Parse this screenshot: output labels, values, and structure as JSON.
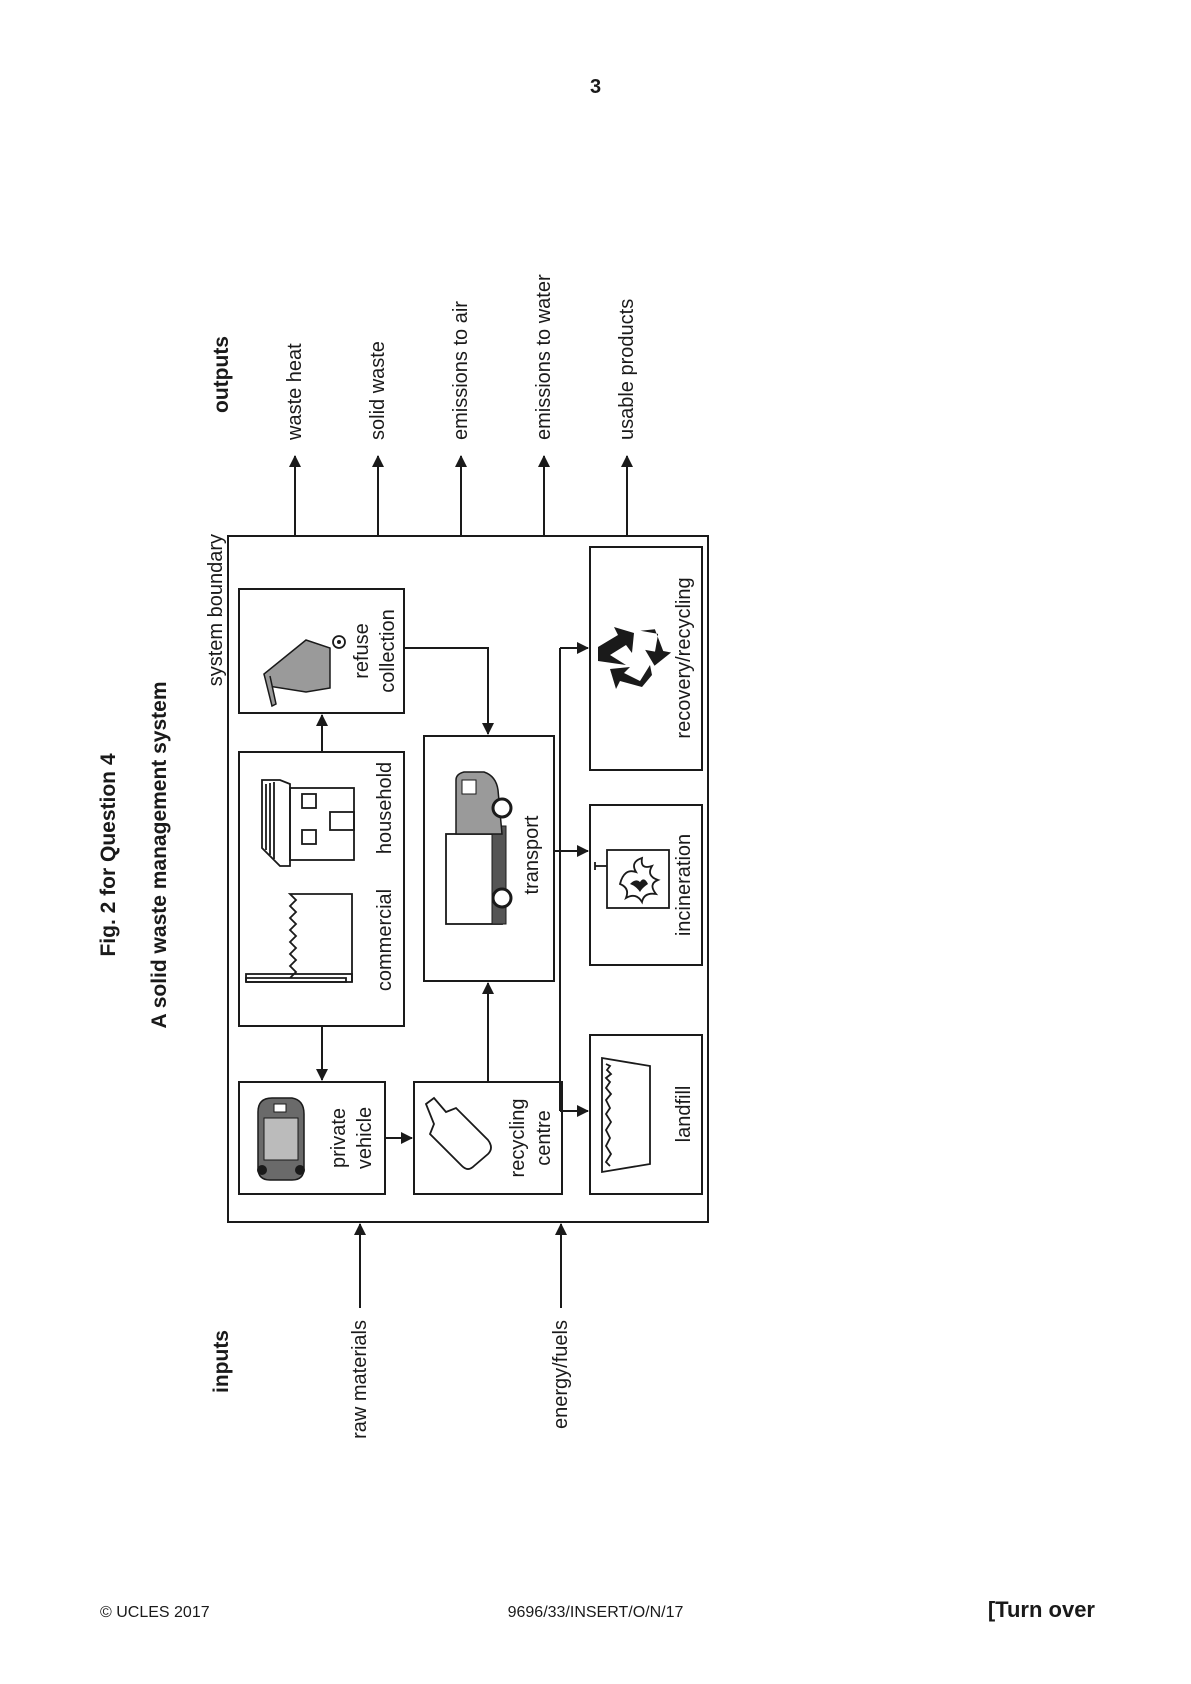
{
  "page": {
    "number": "3"
  },
  "figure": {
    "caption": "Fig. 2 for Question 4",
    "title": "A solid waste management system",
    "inputs_heading": "inputs",
    "outputs_heading": "outputs",
    "system_boundary_label": "system boundary",
    "inputs": [
      {
        "label": "raw materials"
      },
      {
        "label": "energy/fuels"
      }
    ],
    "outputs": [
      {
        "label": "waste heat"
      },
      {
        "label": "solid waste"
      },
      {
        "label": "emissions to air"
      },
      {
        "label": "emissions to water"
      },
      {
        "label": "usable products"
      }
    ],
    "boxes": {
      "commercial": "commercial",
      "household": "household",
      "refuse_line1": "refuse",
      "refuse_line2": "collection",
      "private_line1": "private",
      "private_line2": "vehicle",
      "recycling_line1": "recycling",
      "recycling_line2": "centre",
      "transport": "transport",
      "landfill": "landfill",
      "incineration": "incineration",
      "recovery": "recovery/recycling"
    }
  },
  "footer": {
    "copyright": "© UCLES 2017",
    "code": "9696/33/INSERT/O/N/17",
    "turn_over": "[Turn over"
  }
}
